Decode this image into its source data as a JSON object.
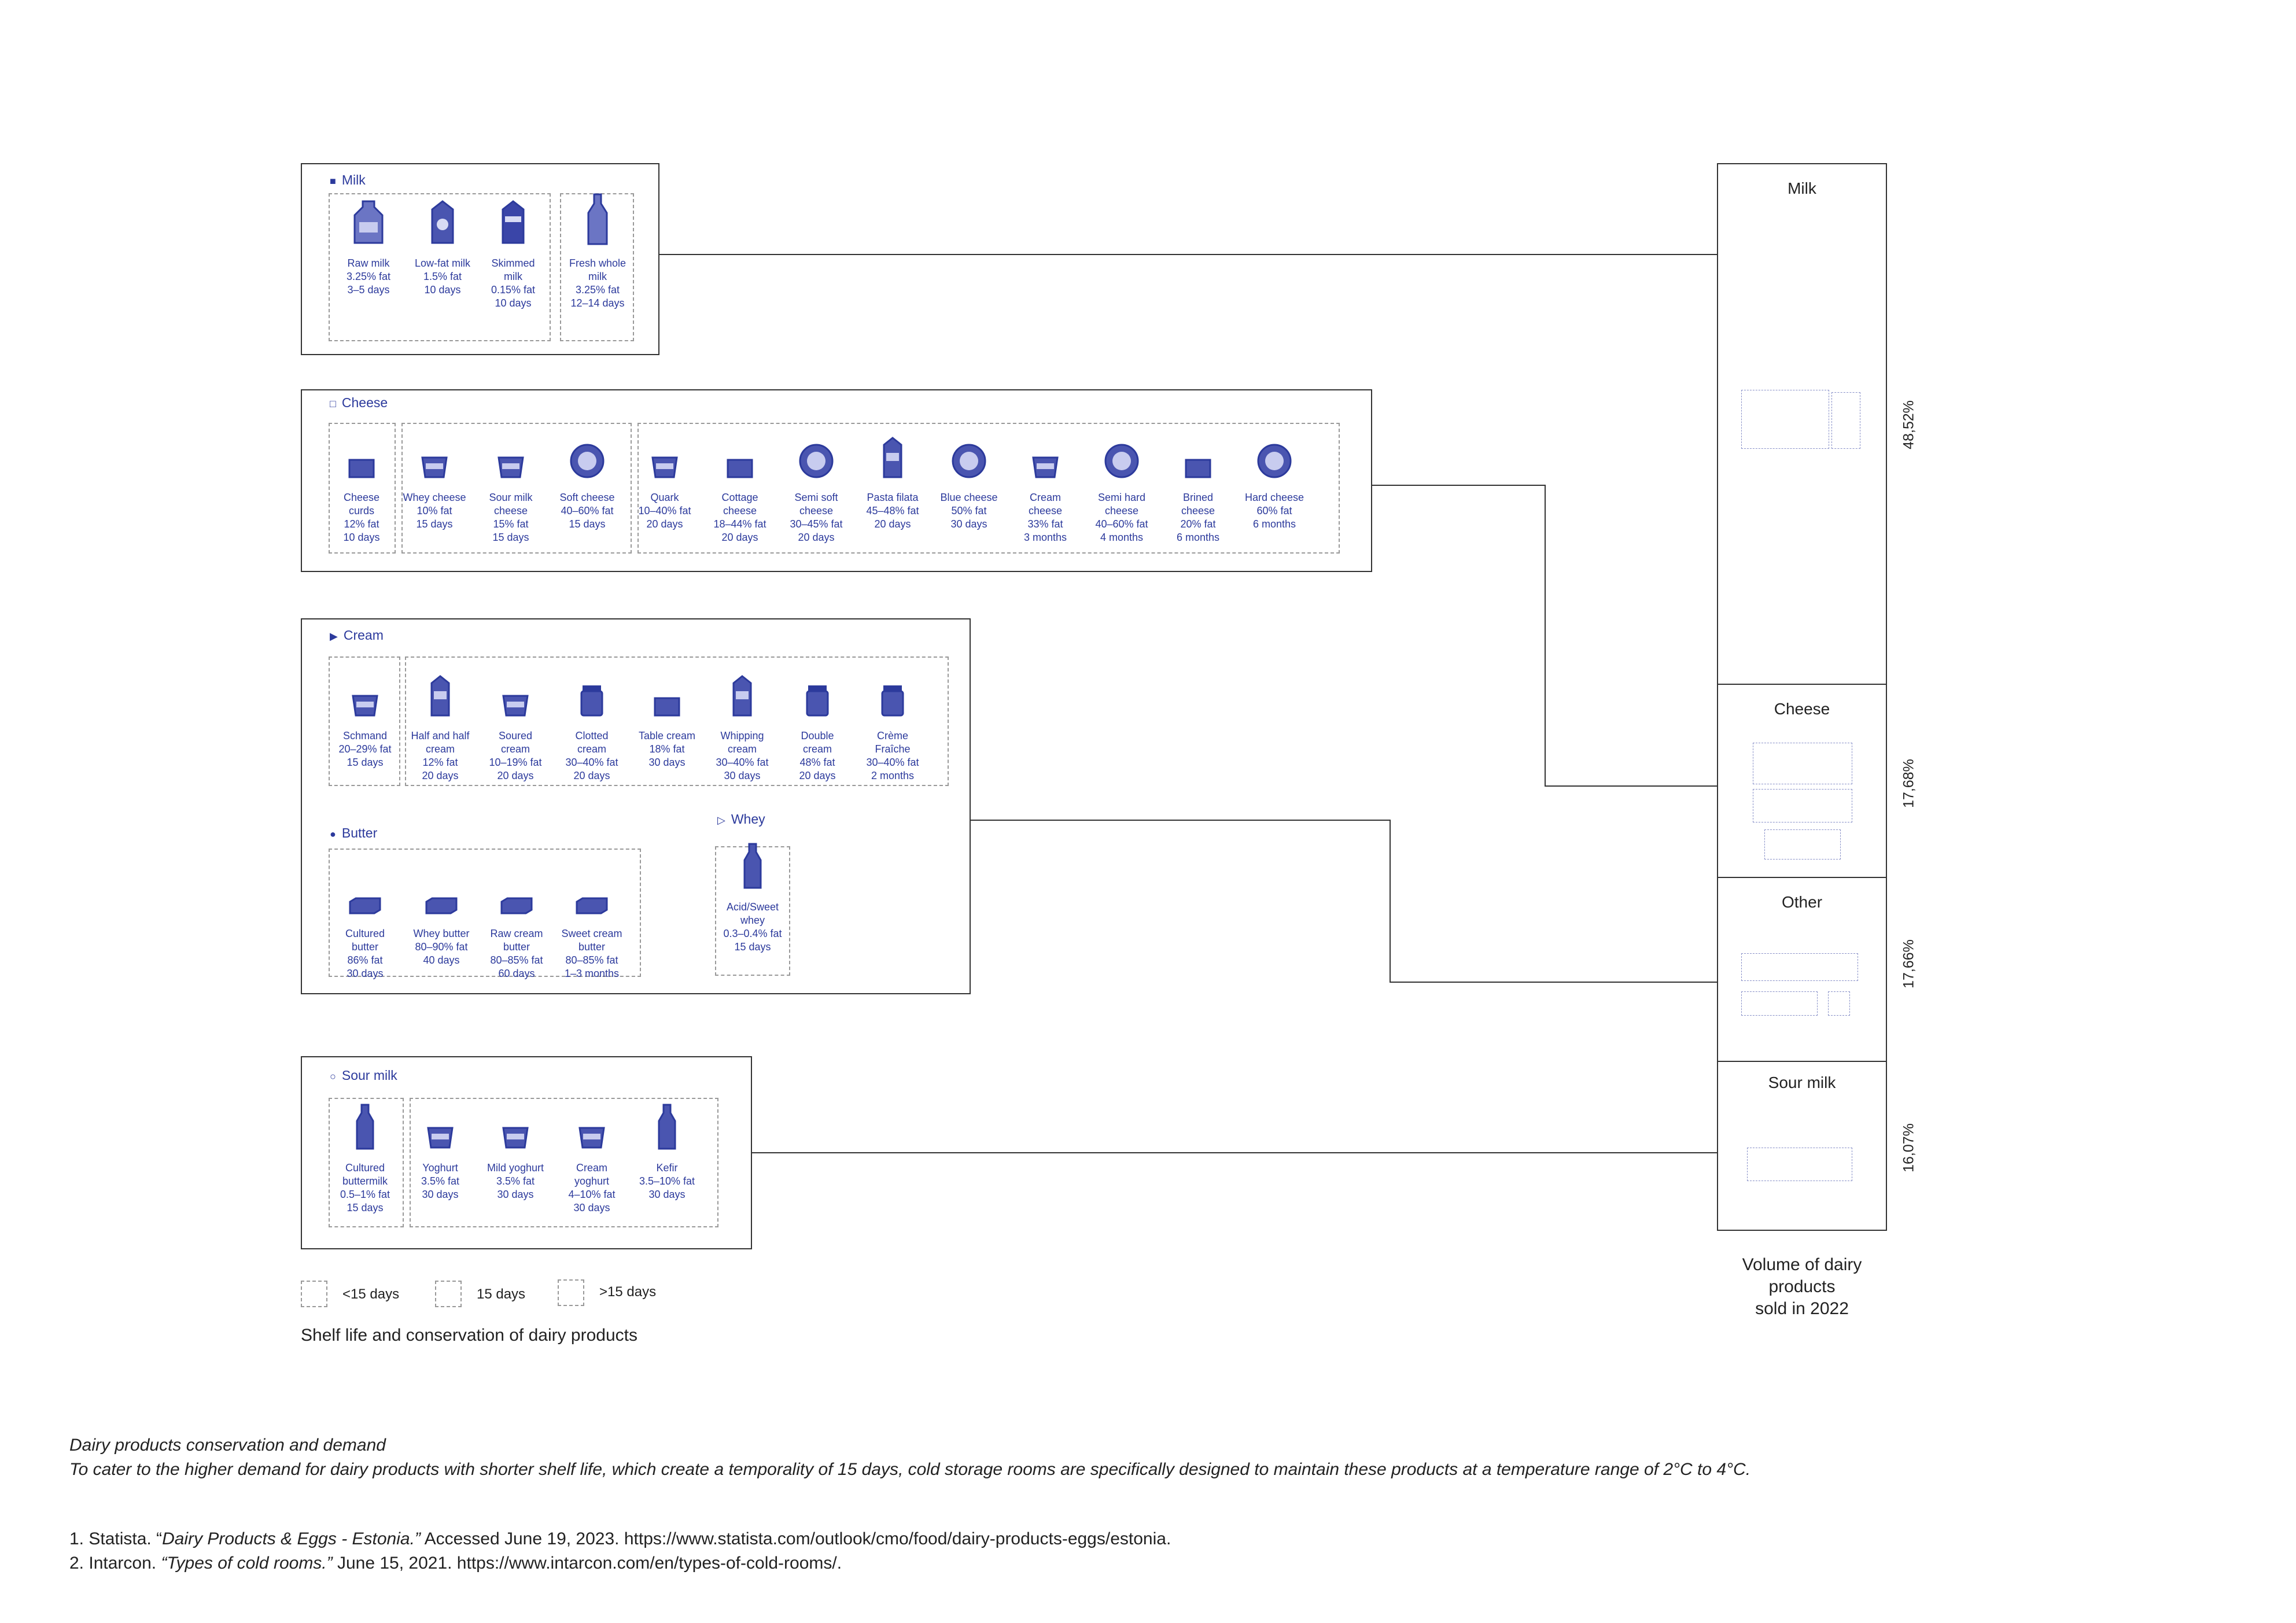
{
  "categories": {
    "milk": {
      "marker": "■",
      "title": "Milk",
      "items": [
        {
          "label": "Raw milk\n3.25% fat\n3–5  days"
        },
        {
          "label": "Low-fat milk\n1.5% fat\n10  days"
        },
        {
          "label": "Skimmed\nmilk\n0.15% fat\n10  days"
        },
        {
          "label": "Fresh whole\nmilk\n3.25% fat\n12–14  days"
        }
      ]
    },
    "cheese": {
      "marker": "□",
      "title": "Cheese",
      "items": [
        {
          "label": "Cheese\ncurds\n12% fat\n10  days"
        },
        {
          "label": "Whey cheese\n10% fat\n15  days"
        },
        {
          "label": "Sour milk\ncheese\n15% fat\n15  days"
        },
        {
          "label": "Soft cheese\n40–60% fat\n15  days"
        },
        {
          "label": "Quark\n10–40% fat\n20  days"
        },
        {
          "label": "Cottage\ncheese\n18–44% fat\n20  days"
        },
        {
          "label": "Semi soft\ncheese\n30–45% fat\n20  days"
        },
        {
          "label": "Pasta filata\n45–48% fat\n20  days"
        },
        {
          "label": "Blue cheese\n50% fat\n30  days"
        },
        {
          "label": "Cream\ncheese\n33% fat\n3  months"
        },
        {
          "label": "Semi hard\ncheese\n40–60% fat\n4  months"
        },
        {
          "label": "Brined\ncheese\n20% fat\n6  months"
        },
        {
          "label": "Hard cheese\n60% fat\n6  months"
        }
      ]
    },
    "cream": {
      "marker": "▶",
      "title": "Cream",
      "items": [
        {
          "label": "Schmand\n20–29% fat\n15  days"
        },
        {
          "label": "Half and half\ncream\n12% fat\n20  days"
        },
        {
          "label": "Soured\ncream\n10–19% fat\n20  days"
        },
        {
          "label": "Clotted\ncream\n30–40% fat\n20  days"
        },
        {
          "label": "Table cream\n18% fat\n30  days"
        },
        {
          "label": "Whipping\ncream\n30–40% fat\n30  days"
        },
        {
          "label": "Double\ncream\n48% fat\n20  days"
        },
        {
          "label": "Crème\nFraîche\n30–40% fat\n2  months"
        }
      ]
    },
    "butter": {
      "marker": "●",
      "title": "Butter",
      "items": [
        {
          "label": "Cultured\nbutter\n86% fat\n30  days"
        },
        {
          "label": "Whey butter\n80–90% fat\n40  days"
        },
        {
          "label": "Raw cream\nbutter\n80–85% fat\n60  days"
        },
        {
          "label": "Sweet cream\nbutter\n80–85% fat\n1–3  months"
        }
      ]
    },
    "whey": {
      "marker": "▷",
      "title": "Whey",
      "items": [
        {
          "label": "Acid/Sweet\nwhey\n0.3–0.4% fat\n15  days"
        }
      ]
    },
    "sour_milk": {
      "marker": "○",
      "title": "Sour milk",
      "items": [
        {
          "label": "Cultured\nbuttermilk\n0.5–1% fat\n15  days"
        },
        {
          "label": "Yoghurt\n3.5% fat\n30  days"
        },
        {
          "label": "Mild yoghurt\n3.5% fat\n30  days"
        },
        {
          "label": "Cream\nyoghurt\n4–10% fat\n30  days"
        },
        {
          "label": "Kefir\n3.5–10% fat\n30  days"
        }
      ]
    }
  },
  "volume": {
    "sections": [
      {
        "name": "Milk",
        "pct": "48,52%"
      },
      {
        "name": "Cheese",
        "pct": "17,68%"
      },
      {
        "name": "Other",
        "pct": "17,66%"
      },
      {
        "name": "Sour milk",
        "pct": "16,07%"
      }
    ],
    "caption": "Volume of dairy\nproducts\nsold in 2022"
  },
  "legend": {
    "lt15": "<15 days",
    "eq15": "15 days",
    "gt15": ">15 days",
    "title": "Shelf life and conservation of dairy products"
  },
  "footer": {
    "heading": "Dairy products conservation and demand",
    "body": "To cater to the higher demand for dairy products with shorter shelf life, which create a temporality of 15 days, cold storage rooms are specifically designed to maintain these products at a temperature range of 2°C to 4°C.",
    "ref1_pre": "1. Statista. “",
    "ref1_title": "Dairy Products & Eggs - Estonia.”",
    "ref1_post": " Accessed June 19, 2023. https://www.statista.com/outlook/cmo/food/dairy-products-eggs/estonia.",
    "ref2_pre": "2. Intarcon. ",
    "ref2_title": "“Types of cold rooms.”",
    "ref2_post": " June 15, 2021. https://www.intarcon.com/en/types-of-cold-rooms/."
  },
  "colors": {
    "accent": "#2c3a9c",
    "line": "#333333",
    "dash": "#999999"
  }
}
